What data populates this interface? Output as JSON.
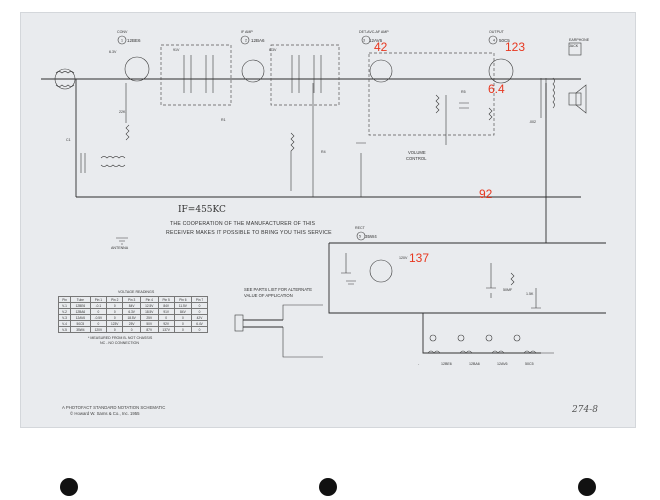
{
  "sheet": {
    "tubes": [
      {
        "role": "CONV",
        "number": "1",
        "type": "12BE6"
      },
      {
        "role": "IF AMP",
        "number": "2",
        "type": "12BA6"
      },
      {
        "role": "DET-AVC-AF AMP",
        "number": "3",
        "type": "12AV6"
      },
      {
        "role": "OUTPUT",
        "number": "4",
        "type": "50C5"
      },
      {
        "role": "RECT",
        "number": "5",
        "type": "35W4"
      }
    ],
    "annotations": [
      "42",
      "123",
      "6.4",
      "92",
      "137"
    ],
    "if_note": "IF=455KC",
    "cooperation_text": [
      "THE COOPERATION OF THE MANUFACTURER OF THIS",
      "RECEIVER MAKES IT POSSIBLE TO BRING YOU THIS SERVICE"
    ],
    "volume_label": [
      "VOLUME",
      "CONTROL"
    ],
    "parts_note": [
      "SEE PARTS LIST FOR ALTERNATE",
      "VALUE OF APPLICATION"
    ],
    "voltage_table_title": "VOLTAGE READINGS",
    "voltage_table_headers": [
      "Pin",
      "Tube",
      "Pin 1",
      "Pin 2",
      "Pin 3",
      "Pin 4",
      "Pin 5",
      "Pin 6",
      "Pin 7"
    ],
    "voltage_table_rows": [
      [
        "V-1",
        "12BE6",
        "-0.1",
        "0",
        "84V",
        "12.5V",
        "84V",
        "11.5V",
        "0"
      ],
      [
        "V-2",
        "12BA6",
        "0",
        "0",
        "6.3V",
        "18.5V",
        "91V",
        "84V",
        "0"
      ],
      [
        "V-3",
        "12AV6",
        "-0.5V",
        "0",
        "18.5V",
        "25V",
        "0",
        "0",
        "42V"
      ],
      [
        "V-4",
        "50C5",
        "0",
        "123V",
        "25V",
        "50V",
        "92V",
        "0",
        "6.4V"
      ],
      [
        "V-5",
        "35W4",
        "120V",
        "0",
        "0",
        "87V",
        "137V",
        "0",
        "0"
      ]
    ],
    "table_footnotes": [
      "* MEASURED FROM B- NOT CHASSIS",
      "NC - NO CONNECTION"
    ],
    "footer_line1": "A PHOTOFACT STANDARD NOTATION SCHEMATIC",
    "footer_line2": "© Howard W. Sams & Co., Inc. 1955",
    "page_number": "274-8"
  }
}
